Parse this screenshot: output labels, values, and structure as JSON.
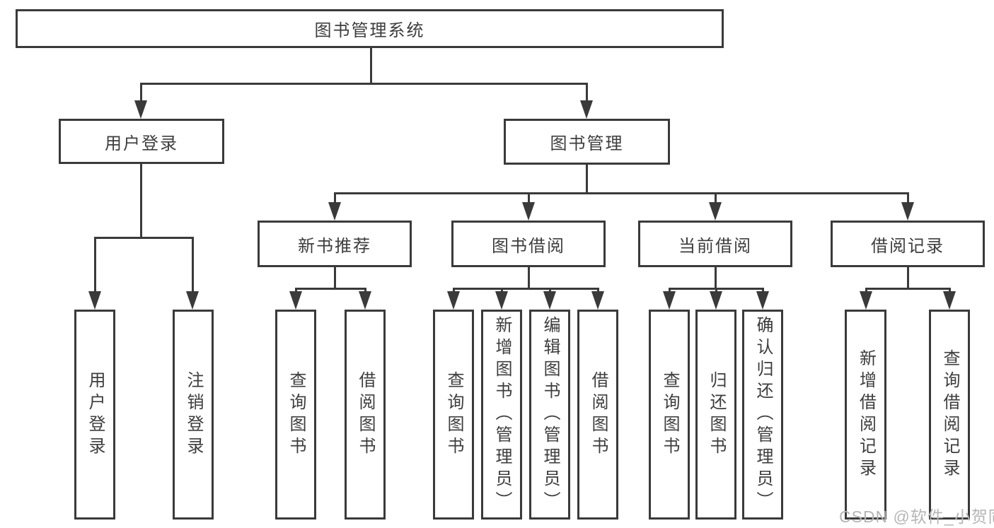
{
  "diagram": {
    "root": "图书管理系统",
    "level2": [
      "用户登录",
      "图书管理"
    ],
    "level3": [
      "新书推荐",
      "图书借阅",
      "当前借阅",
      "借阅记录"
    ],
    "leaves": {
      "user": [
        "用户登录",
        "注销登录"
      ],
      "new_book": [
        "查询图书",
        "借阅图书"
      ],
      "borrow": [
        "查询图书",
        "新增图书（管理员）",
        "编辑图书（管理员）",
        "借阅图书"
      ],
      "current": [
        "查询图书",
        "归还图书",
        "确认归还（管理员）"
      ],
      "record": [
        "新增借阅记录",
        "查询借阅记录"
      ]
    },
    "watermark": "CSDN @软件_小贺同学",
    "colors": {
      "line": "#3a3a3a",
      "text": "#3d3d3d",
      "watermark": "#b5b5b5",
      "background": "#ffffff"
    }
  }
}
